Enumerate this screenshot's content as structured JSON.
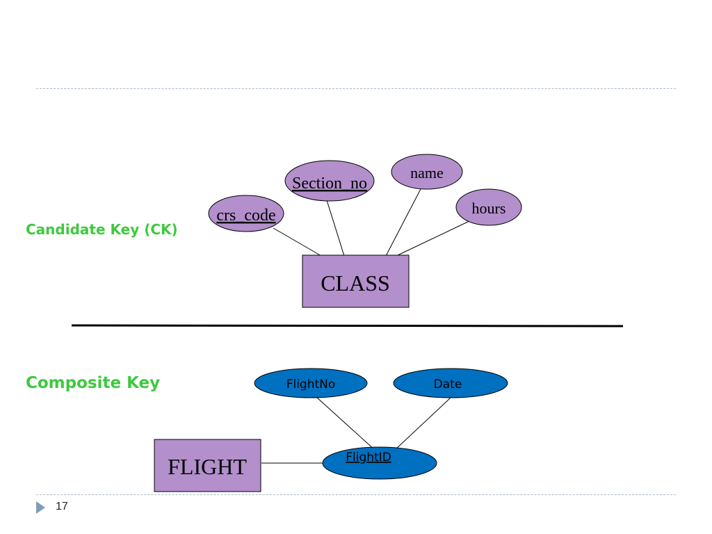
{
  "labels": {
    "candidate_key": "Candidate Key (CK)",
    "composite_key": "Composite Key"
  },
  "class_diagram": {
    "entity": "CLASS",
    "attributes": {
      "crs_code": "crs_code",
      "section_no": "Section_no",
      "name": "name",
      "hours": "hours"
    }
  },
  "flight_diagram": {
    "entity": "FLIGHT",
    "attributes": {
      "flight_no": "FlightNo",
      "date": "Date",
      "flight_id": "FlightID"
    }
  },
  "footer": {
    "page_number": "17"
  },
  "colors": {
    "purple_fill": "#b38fcc",
    "blue_fill": "#0070c0",
    "label_green": "#3ec93e"
  }
}
